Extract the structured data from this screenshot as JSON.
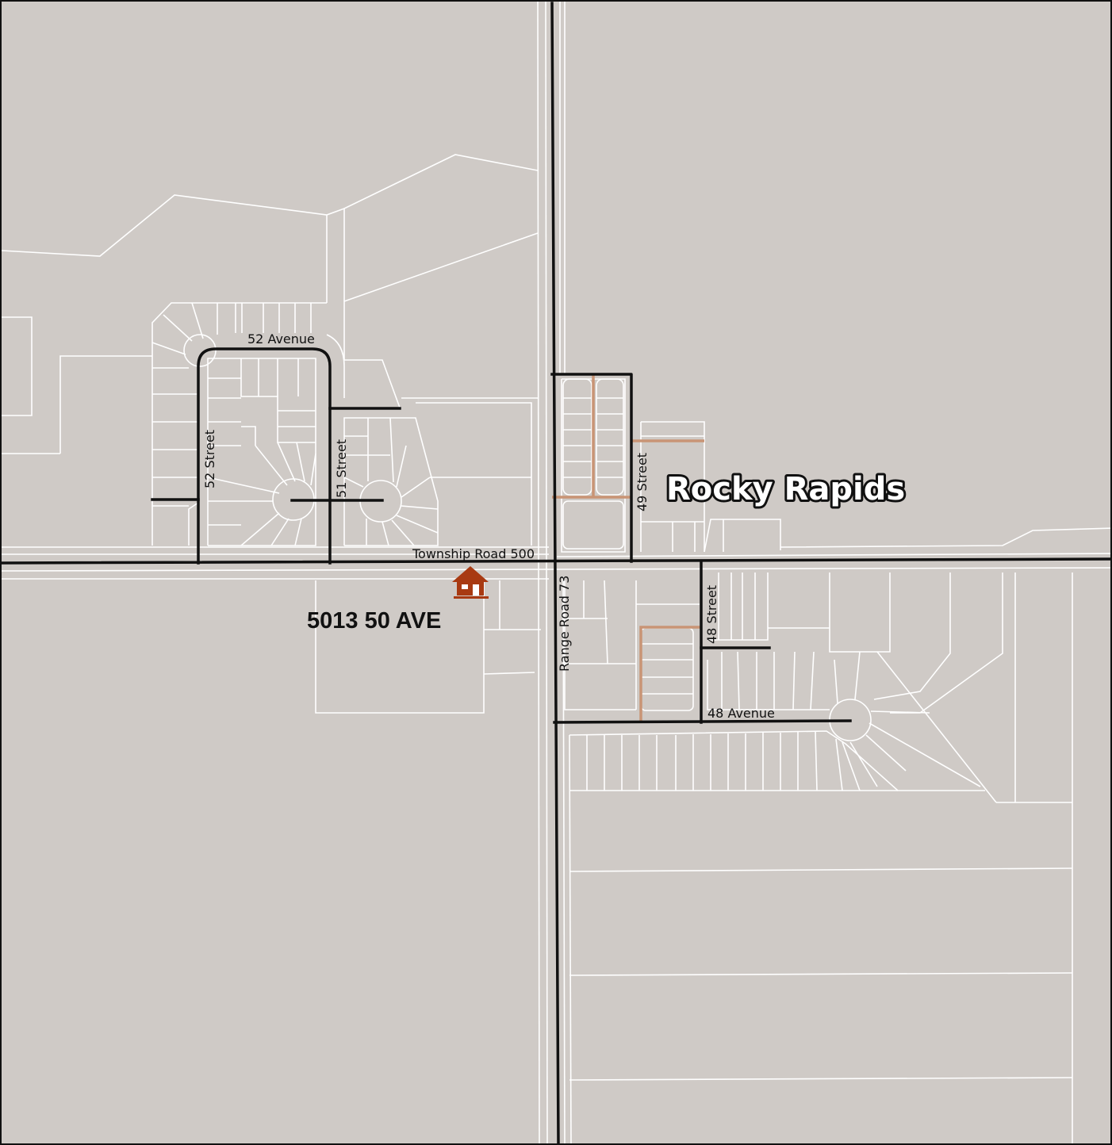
{
  "map": {
    "town": "Rocky Rapids",
    "address": "5013 50 AVE",
    "marker_icon": "house-icon",
    "colors": {
      "background": "#cfcac6",
      "parcel_line": "#ffffff",
      "road": "#111111",
      "lane": "#c99475",
      "marker": "#a83a12"
    }
  },
  "roads": {
    "township": "Township Road 500",
    "range": "Range Road 73",
    "ave52": "52 Avenue",
    "st52": "52 Street",
    "st51": "51 Street",
    "st49": "49 Street",
    "st48": "48 Street",
    "ave48": "48 Avenue"
  }
}
